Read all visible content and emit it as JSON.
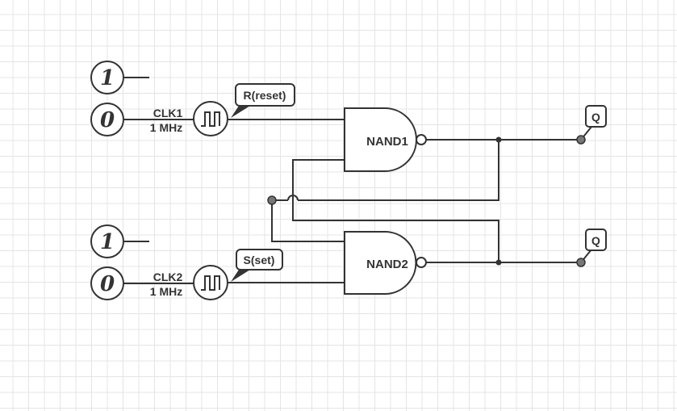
{
  "inputs": {
    "r_const": "1",
    "r_clock_value": "0",
    "s_const": "1",
    "s_clock_value": "0"
  },
  "clocks": {
    "clk1": {
      "name": "CLK1",
      "freq": "1 MHz"
    },
    "clk2": {
      "name": "CLK2",
      "freq": "1 MHz"
    }
  },
  "callouts": {
    "reset": "R(reset)",
    "set": "S(set)"
  },
  "gates": {
    "nand1": "NAND1",
    "nand2": "NAND2"
  },
  "outputs": {
    "q_top": "Q",
    "q_bottom": "Q"
  },
  "colors": {
    "stroke": "#333333",
    "node": "#777777",
    "grid": "#e4e4e4"
  }
}
